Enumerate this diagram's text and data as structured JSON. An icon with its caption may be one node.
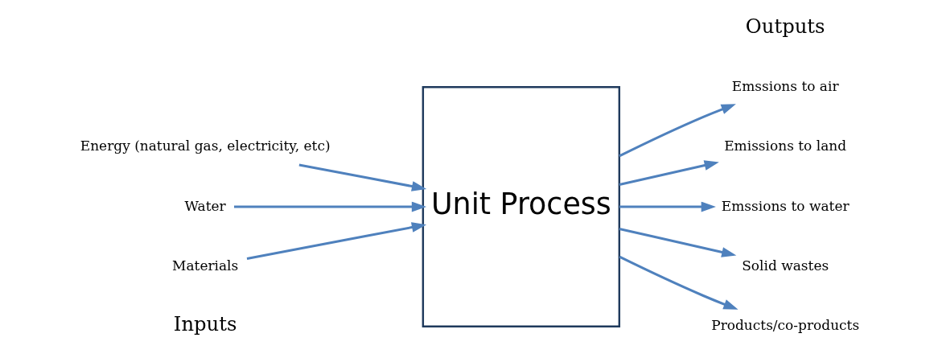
{
  "diagram": {
    "nodes": [
      {
        "text": [
          "Energy (natural gas, electricity, etc)"
        ]
      },
      {
        "text": [
          "Water"
        ]
      },
      {
        "text": [
          "Materials"
        ]
      },
      {
        "text": [
          "Unit Process"
        ]
      },
      {
        "text": [
          "Emssions to air"
        ]
      },
      {
        "text": [
          "Emissions to land"
        ]
      },
      {
        "text": [
          "Emssions to water"
        ]
      },
      {
        "text": [
          "Solid wastes"
        ]
      },
      {
        "text": [
          "Products/co-products"
        ]
      }
    ],
    "edges": [
      {
        "from": 0,
        "to": 3,
        "arrow": "to"
      },
      {
        "from": 1,
        "to": 3,
        "arrow": "to"
      },
      {
        "from": 2,
        "to": 3,
        "arrow": "to"
      },
      {
        "from": 3,
        "to": 4,
        "arrow": "to"
      },
      {
        "from": 3,
        "to": 5,
        "arrow": "to"
      },
      {
        "from": 3,
        "to": 6,
        "arrow": "to"
      },
      {
        "from": 3,
        "to": 7,
        "arrow": "to"
      },
      {
        "from": 3,
        "to": 8,
        "arrow": "to"
      }
    ],
    "labels": [
      "Inputs",
      "Outputs"
    ]
  }
}
